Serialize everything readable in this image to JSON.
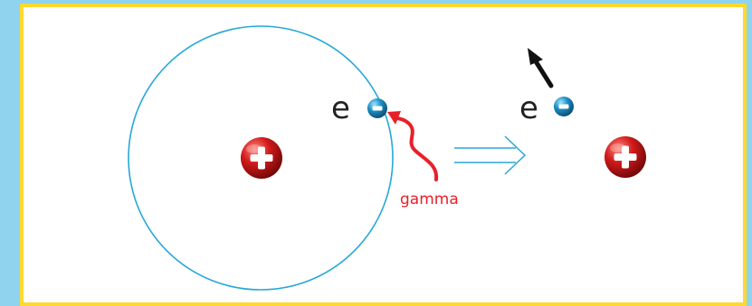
{
  "labels": {
    "electron_before": "e",
    "electron_after": "e",
    "photon": "gamma",
    "charge_positive": "+",
    "charge_negative": "-"
  },
  "colors": {
    "background": "#8fd3ee",
    "frame_border": "#ffd930",
    "panel": "#ffffff",
    "orbit": "#26a8d8",
    "nucleus": "#d11a1a",
    "electron": "#1e8fc4",
    "photon_arrow": "#e8202a",
    "implies_arrow": "#2aa7d8",
    "ejection_arrow": "#111111",
    "text": "#222222"
  },
  "icons": {
    "nucleus": "positive-charge-sphere",
    "electron": "negative-charge-sphere",
    "photon": "wavy-arrow",
    "implies": "double-arrow-right",
    "ejection": "arrow-up-left"
  }
}
